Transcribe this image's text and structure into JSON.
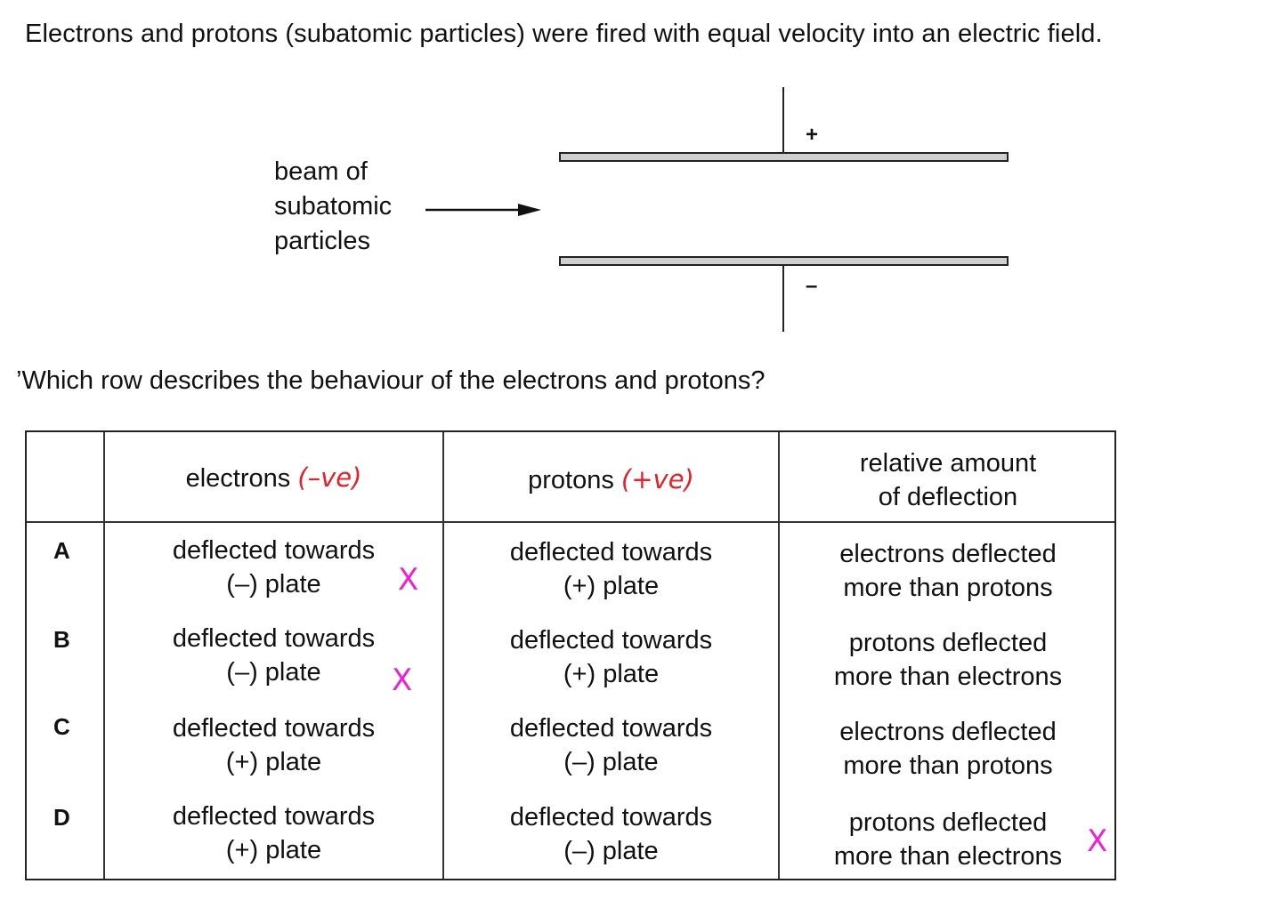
{
  "question": {
    "intro": "Electrons and protons (subatomic particles) were fired with equal velocity into an electric field.",
    "prompt": "’Which row describes the behaviour of the electrons and protons?"
  },
  "diagram": {
    "beam_label": [
      "beam of",
      "subatomic",
      "particles"
    ],
    "plus_sign": "+",
    "minus_sign": "–"
  },
  "table": {
    "headers": {
      "electrons": "electrons",
      "protons": "protons",
      "deflection": [
        "relative amount",
        "of deflection"
      ]
    },
    "annotations": {
      "electrons_charge": "(–ve)",
      "protons_charge": "(+ve)",
      "cross_mark": "X"
    },
    "rows": [
      {
        "label": "A",
        "electrons": [
          "deflected towards",
          "(–) plate"
        ],
        "protons": [
          "deflected towards",
          "(+) plate"
        ],
        "deflection": [
          "electrons deflected",
          "more than protons"
        ]
      },
      {
        "label": "B",
        "electrons": [
          "deflected towards",
          "(–) plate"
        ],
        "protons": [
          "deflected towards",
          "(+) plate"
        ],
        "deflection": [
          "protons deflected",
          "more than electrons"
        ]
      },
      {
        "label": "C",
        "electrons": [
          "deflected towards",
          "(+) plate"
        ],
        "protons": [
          "deflected towards",
          "(–) plate"
        ],
        "deflection": [
          "electrons deflected",
          "more than protons"
        ]
      },
      {
        "label": "D",
        "electrons": [
          "deflected towards",
          "(+) plate"
        ],
        "protons": [
          "deflected towards",
          "(–) plate"
        ],
        "deflection": [
          "protons deflected",
          "more than electrons"
        ]
      }
    ]
  }
}
